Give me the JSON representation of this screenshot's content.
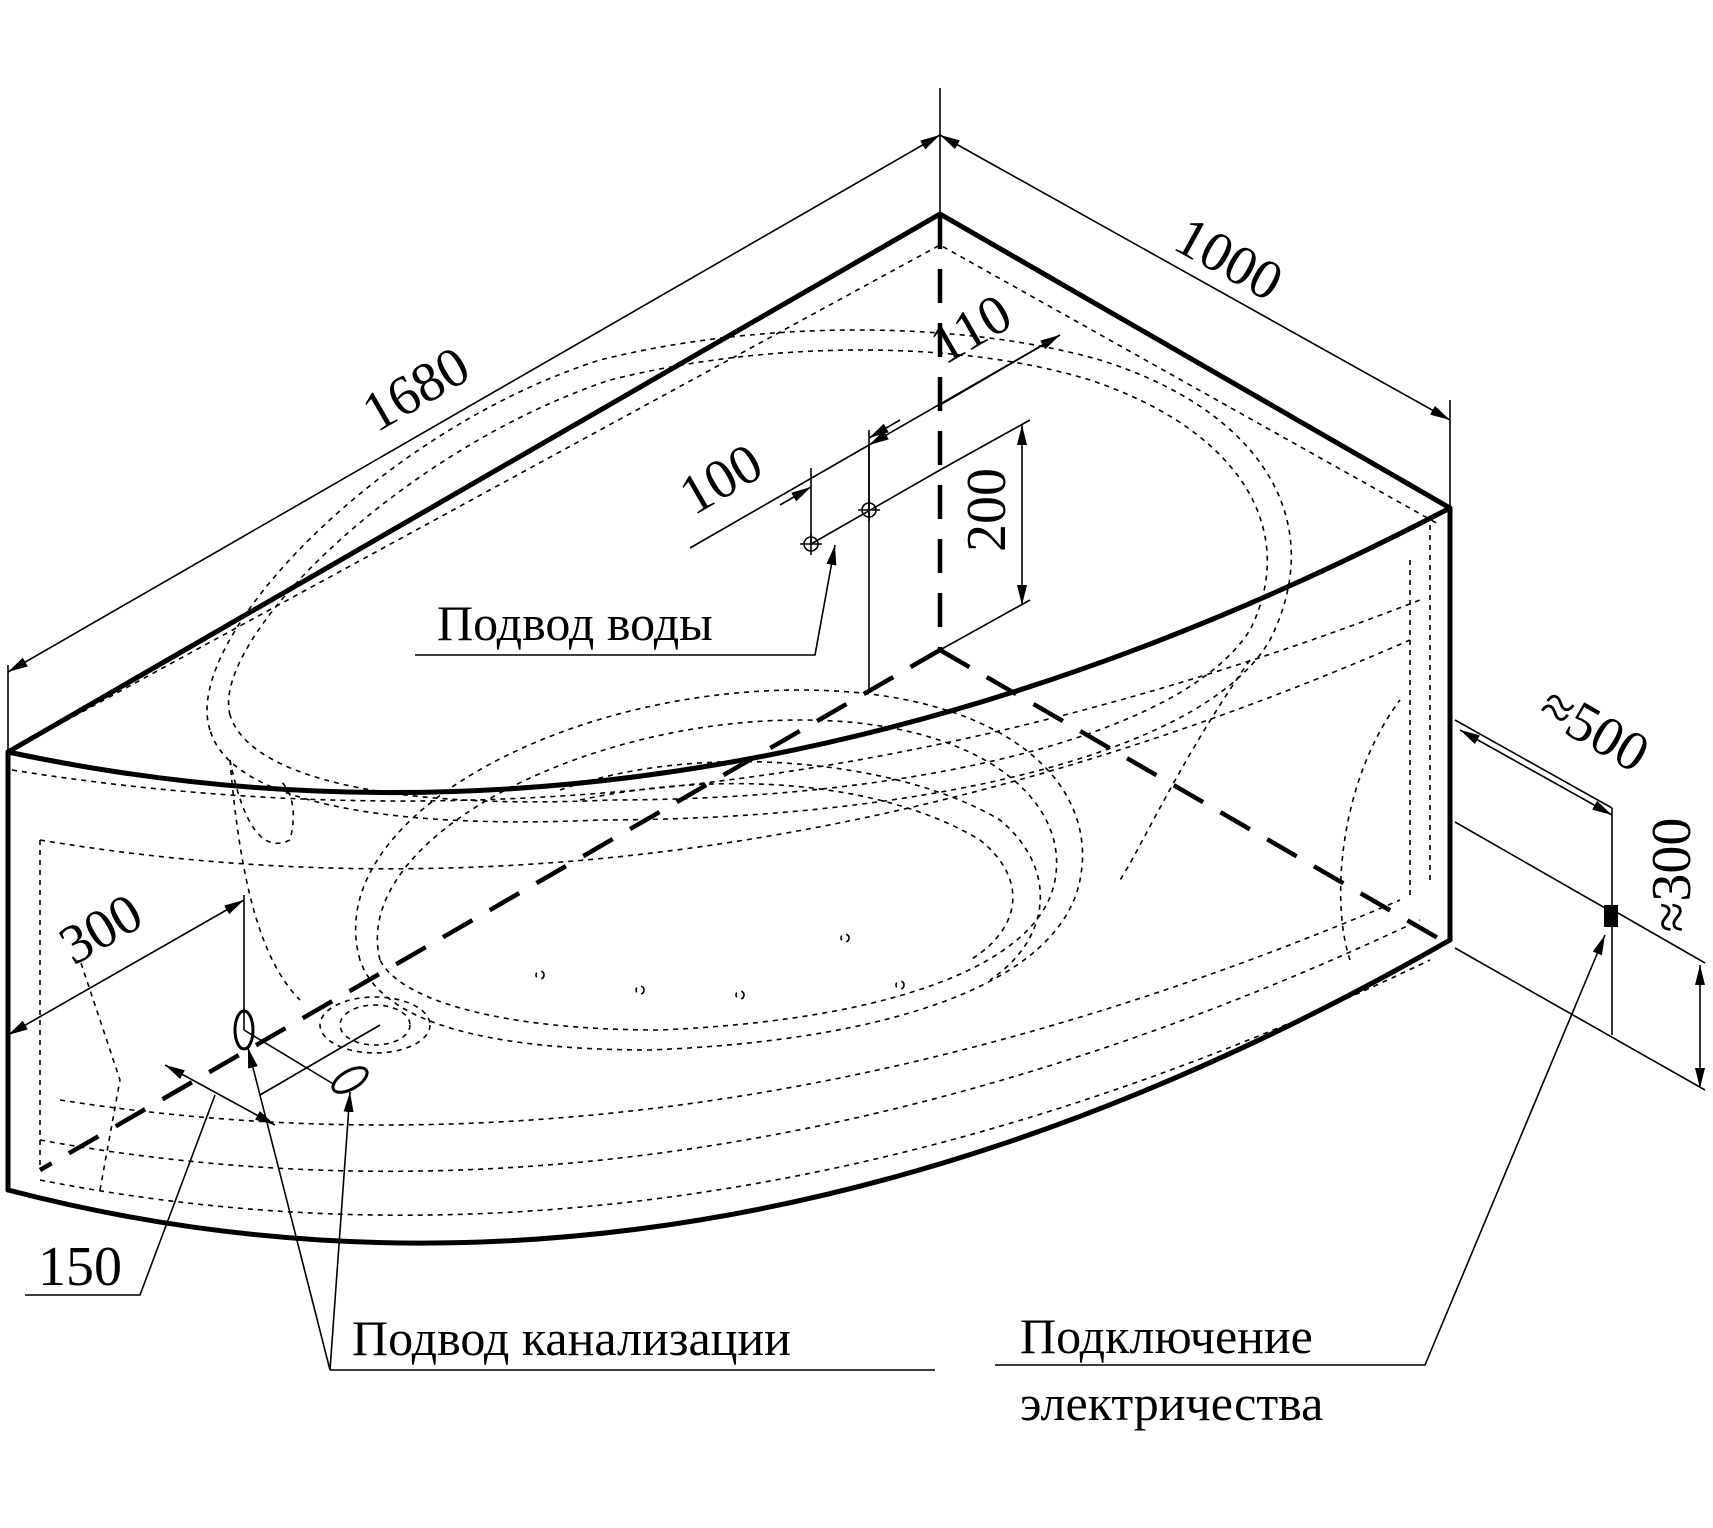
{
  "dimensions": {
    "length": "1680",
    "width": "1000",
    "inlet_offset_a": "110",
    "inlet_offset_b": "100",
    "inlet_height": "200",
    "drain_offset": "300",
    "drain_spacing": "150",
    "power_offset": "≈500",
    "power_height": "≈300"
  },
  "labels": {
    "water_supply": "Подвод воды",
    "drainage": "Подвод канализации",
    "electric_line1": "Подключение",
    "electric_line2": "электричества"
  }
}
